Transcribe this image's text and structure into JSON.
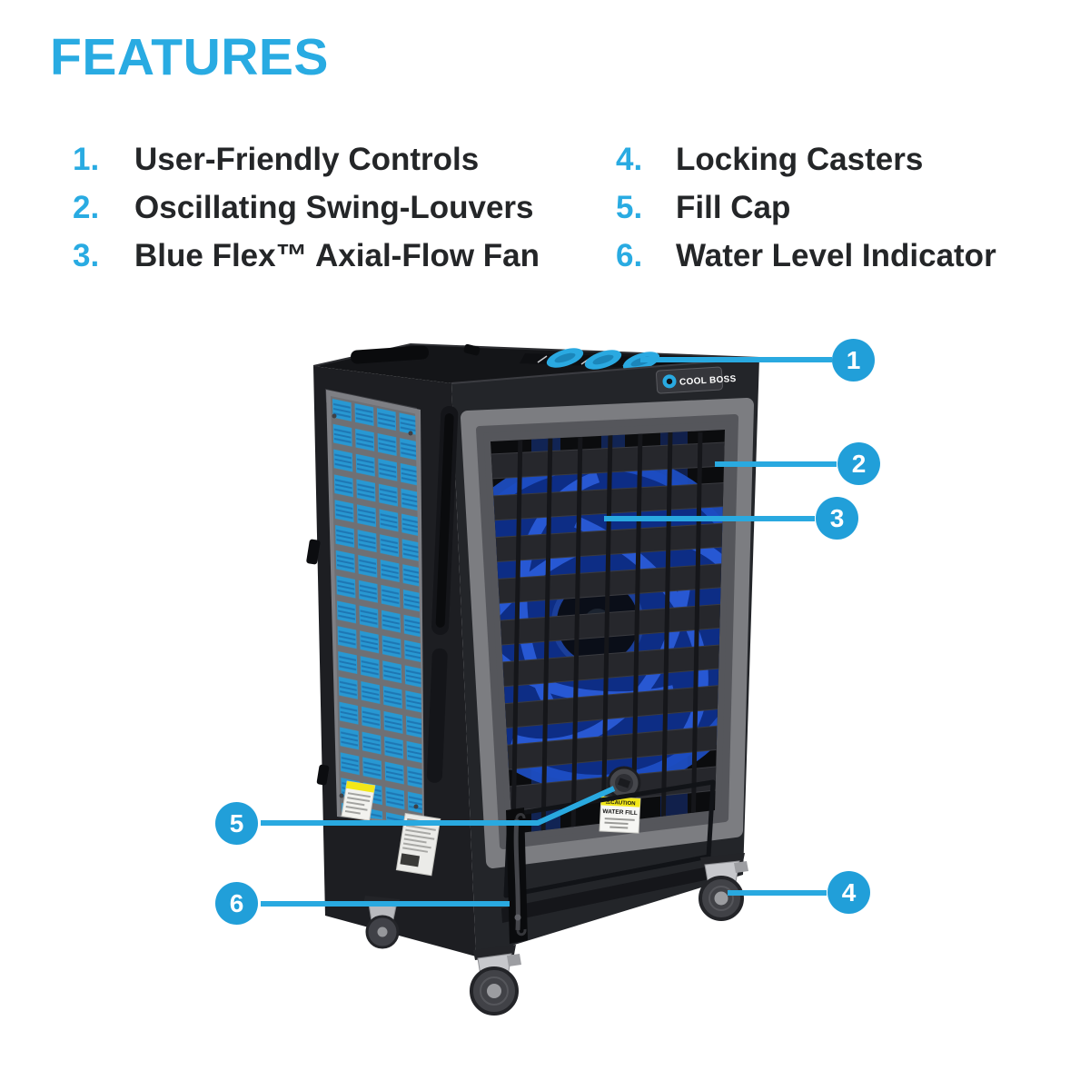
{
  "title": "FEATURES",
  "colors": {
    "accent_cyan": "#29ABE2",
    "badge_cyan": "#219FD9",
    "callout_line_cyan": "#29A9E0",
    "list_text_dark": "#242628",
    "body_dark": "#232529",
    "fan_blue": "#2F63E6",
    "pad_blue": "#2898D2",
    "caution_yellow": "#F3E818"
  },
  "features": [
    {
      "num": "1.",
      "label": "User-Friendly Controls"
    },
    {
      "num": "2.",
      "label": "Oscillating Swing-Louvers"
    },
    {
      "num": "3.",
      "label": "Blue Flex™ Axial-Flow Fan"
    },
    {
      "num": "4.",
      "label": "Locking Casters"
    },
    {
      "num": "5.",
      "label": "Fill Cap"
    },
    {
      "num": "6.",
      "label": "Water Level Indicator"
    }
  ],
  "callouts": [
    {
      "num": "1",
      "target": "controls"
    },
    {
      "num": "2",
      "target": "swing-louvers"
    },
    {
      "num": "3",
      "target": "axial-flow-fan"
    },
    {
      "num": "4",
      "target": "locking-caster"
    },
    {
      "num": "5",
      "target": "fill-cap"
    },
    {
      "num": "6",
      "target": "water-level-indicator"
    }
  ],
  "product": {
    "brand": "COOL BOSS",
    "caution_label": {
      "line1": "⚠CAUTION",
      "line2": "WATER FILL"
    }
  }
}
